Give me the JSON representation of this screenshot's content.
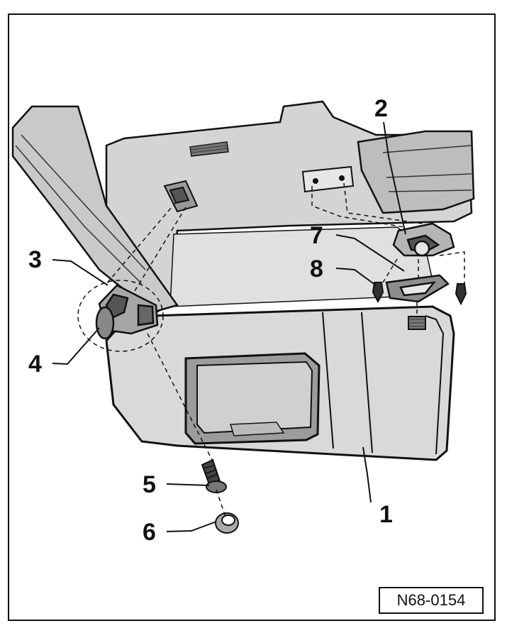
{
  "diagram": {
    "callouts": [
      {
        "id": "1",
        "label": "1"
      },
      {
        "id": "2",
        "label": "2"
      },
      {
        "id": "3",
        "label": "3"
      },
      {
        "id": "4",
        "label": "4"
      },
      {
        "id": "5",
        "label": "5"
      },
      {
        "id": "6",
        "label": "6"
      },
      {
        "id": "7",
        "label": "7"
      },
      {
        "id": "8",
        "label": "8"
      }
    ],
    "figure_ref": "N68-0154",
    "colors": {
      "ink": "#111111",
      "fill_light": "#d6d6d6",
      "fill_mid": "#bdbdbd",
      "fill_dark": "#8a8a8a",
      "paper": "#ffffff"
    }
  }
}
